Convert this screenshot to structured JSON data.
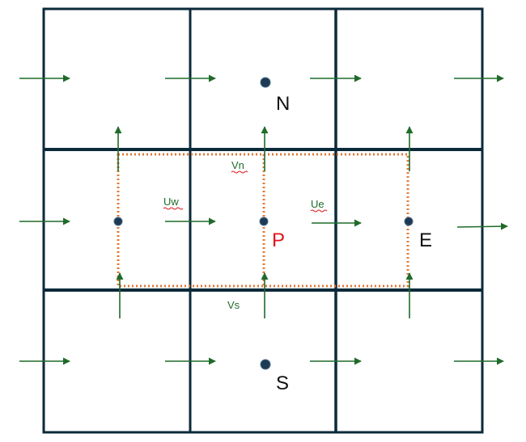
{
  "colors": {
    "grid": "#0b2a3a",
    "arrow": "#1f6b2a",
    "control_volume": "#e07b39",
    "node": "#1d3a55",
    "p_label": "#e0141b",
    "text": "#111111",
    "face_text": "#1f6b2a",
    "squiggle": "#e0141b"
  },
  "labels": {
    "north": "N",
    "south": "S",
    "east": "E",
    "center": "P",
    "u_west": "Uw",
    "u_east": "Ue",
    "v_north": "Vn",
    "v_south": "Vs"
  }
}
